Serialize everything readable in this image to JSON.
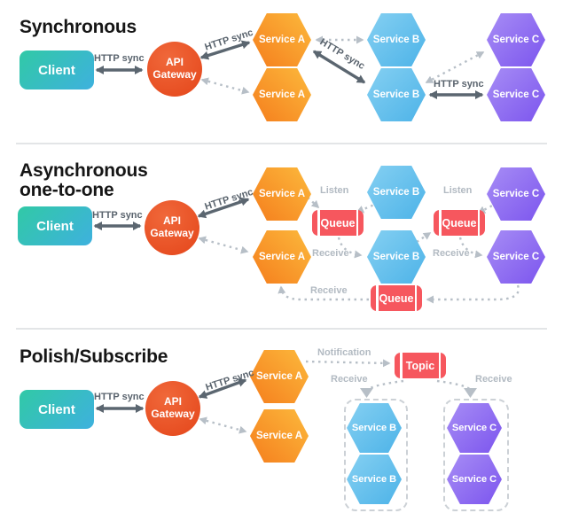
{
  "sections": [
    {
      "title": "Synchronous"
    },
    {
      "title": "Asynchronous one-to-one"
    },
    {
      "title": "Polish/Subscribe"
    }
  ],
  "nodes": {
    "client": "Client",
    "api_gateway": "API Gateway",
    "service_a": "Service A",
    "service_b": "Service B",
    "service_c": "Service C",
    "queue": "Queue",
    "topic": "Topic"
  },
  "edge_labels": {
    "http_sync": "HTTP sync",
    "listen": "Listen",
    "receive": "Receive",
    "notification": "Notification"
  },
  "colors": {
    "client_gradient": [
      "#31c9a6",
      "#3eb1de"
    ],
    "api_gateway": "#e74e22",
    "service_a_gradient": [
      "#fcb93c",
      "#f57e1d"
    ],
    "service_b_gradient": [
      "#85d0f2",
      "#4db3e8"
    ],
    "service_c_gradient": [
      "#a78df5",
      "#7c55ee"
    ],
    "queue_topic": "#f6575e",
    "solid_arrow": "#5b6670",
    "dashed_arrow": "#b7bfc7",
    "gray_label": "#b2bac2",
    "divider": "#e3e5e7"
  }
}
